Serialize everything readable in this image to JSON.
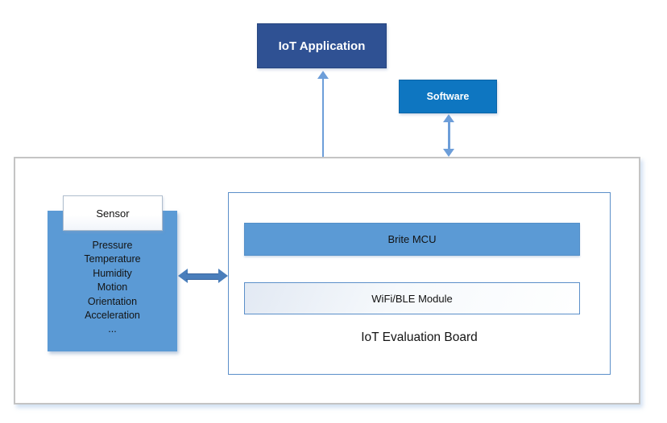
{
  "colors": {
    "app_bg": "#2F5193",
    "software_bg": "#0E76C1",
    "block_blue": "#5B9AD5",
    "arrow_light": "#6D9ED9",
    "arrow_thick": "#4A7EBB",
    "board_border": "#5B8FC9",
    "container_border": "#C4C4C4"
  },
  "nodes": {
    "iot_application": {
      "label": "IoT Application"
    },
    "software": {
      "label": "Software"
    },
    "sensor": {
      "title": "Sensor",
      "items": [
        "Pressure",
        "Temperature",
        "Humidity",
        "Motion",
        "Orientation",
        "Acceleration",
        "..."
      ]
    },
    "brite_mcu": {
      "label": "Brite MCU"
    },
    "wifi_ble": {
      "label": "WiFi/BLE Module"
    },
    "board": {
      "label": "IoT Evaluation Board"
    }
  }
}
